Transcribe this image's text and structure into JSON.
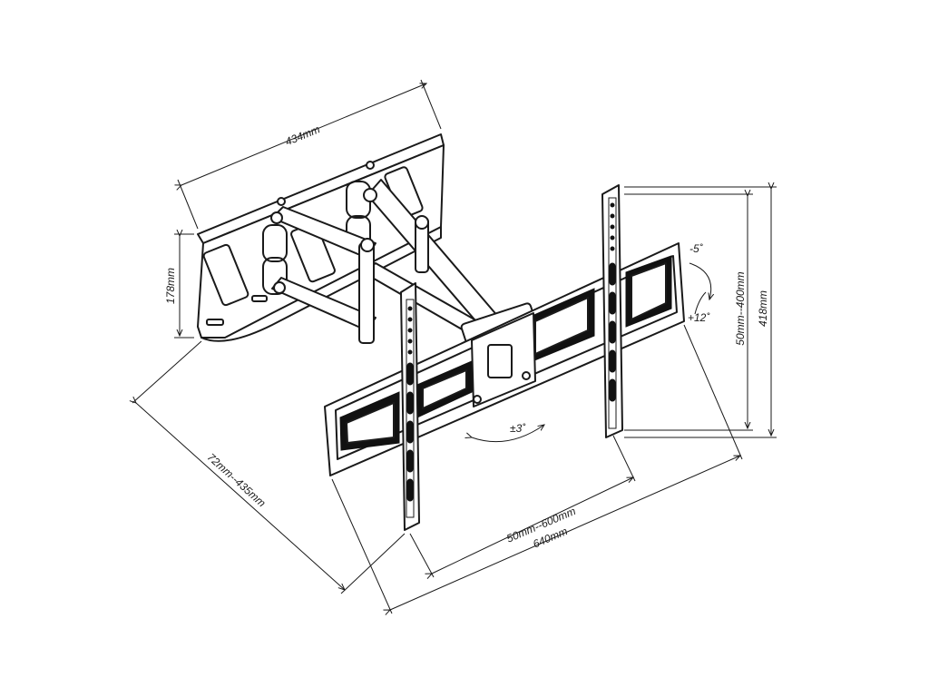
{
  "dimensions": {
    "wall_plate_width": "434mm",
    "wall_plate_height": "178mm",
    "extension": "72mm--435mm",
    "vesa_horizontal": "50mm--600mm",
    "overall_width": "640mm",
    "vesa_vertical": "50mm--400mm",
    "overall_height": "418mm"
  },
  "angles": {
    "tilt_up": "-5˚",
    "tilt_down": "+12˚",
    "rotation": "±3˚"
  }
}
